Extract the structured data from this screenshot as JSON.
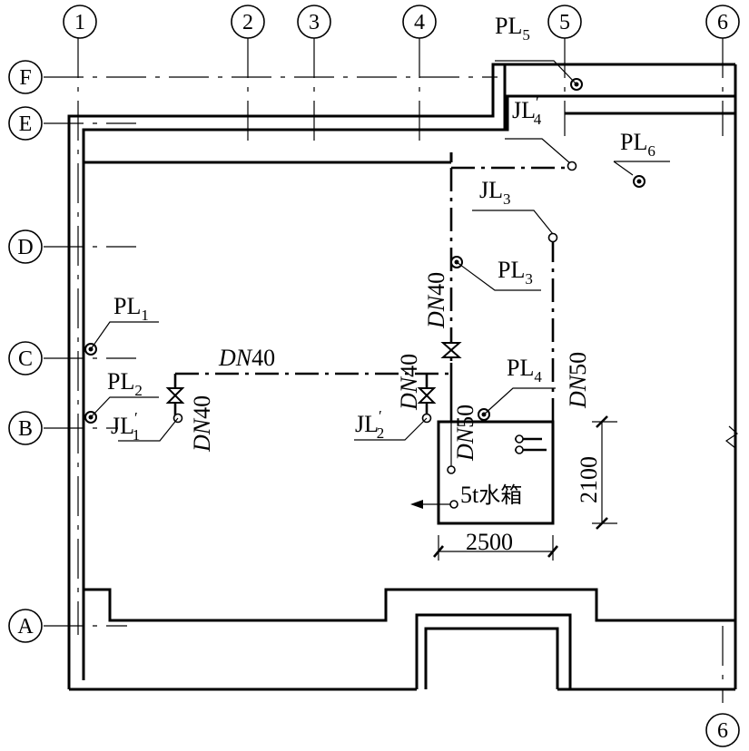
{
  "axes": {
    "numbered": [
      "1",
      "2",
      "3",
      "4",
      "5",
      "6"
    ],
    "lettered": [
      "F",
      "E",
      "D",
      "C",
      "B",
      "A"
    ]
  },
  "pipes": {
    "PL1": {
      "main": "PL",
      "sub": "1",
      "prime": ""
    },
    "PL2": {
      "main": "PL",
      "sub": "2",
      "prime": ""
    },
    "PL3": {
      "main": "PL",
      "sub": "3",
      "prime": ""
    },
    "PL4": {
      "main": "PL",
      "sub": "4",
      "prime": ""
    },
    "PL5": {
      "main": "PL",
      "sub": "5",
      "prime": ""
    },
    "PL6": {
      "main": "PL",
      "sub": "6",
      "prime": ""
    },
    "JL1p": {
      "main": "JL",
      "sub": "1",
      "prime": "′"
    },
    "JL2p": {
      "main": "JL",
      "sub": "2",
      "prime": "′"
    },
    "JL3": {
      "main": "JL",
      "sub": "3",
      "prime": ""
    },
    "JL4p": {
      "main": "JL",
      "sub": "4",
      "prime": "′"
    }
  },
  "diameters": {
    "dn40_italic": "DN",
    "dn40_num": "40",
    "dn50_italic": "DN",
    "dn50_num": "50"
  },
  "tank": {
    "label_num": "5t",
    "label_cjk": "水箱"
  },
  "dimensions": {
    "width": "2500",
    "height": "2100"
  }
}
